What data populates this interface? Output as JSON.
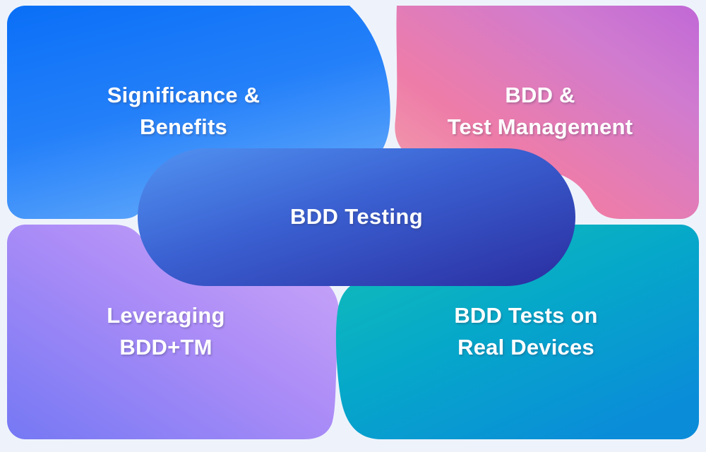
{
  "diagram": {
    "type": "hub-and-spoke",
    "title": "BDD Testing",
    "background_color": "#eef3fb",
    "center": {
      "label": "BDD Testing",
      "gradient_from": "#4a8df0",
      "gradient_to": "#2b2fa0"
    },
    "nodes": [
      {
        "id": "significance-benefits",
        "label": "Significance &\nBenefits",
        "position": "top-left",
        "gradient_from": "#0a70f7",
        "gradient_to": "#5aa2fb"
      },
      {
        "id": "bdd-test-management",
        "label": "BDD &\nTest Management",
        "position": "top-right",
        "gradient_from": "#f0a0ae",
        "gradient_to": "#c46bd4"
      },
      {
        "id": "leveraging-bdd-tm",
        "label": "Leveraging\nBDD+TM",
        "position": "bottom-left",
        "gradient_from": "#c8a6f7",
        "gradient_to": "#7b7bf5"
      },
      {
        "id": "bdd-tests-real-devices",
        "label": "BDD Tests on\nReal Devices",
        "position": "bottom-right",
        "gradient_from": "#10bcb8",
        "gradient_to": "#088fd8"
      }
    ]
  }
}
